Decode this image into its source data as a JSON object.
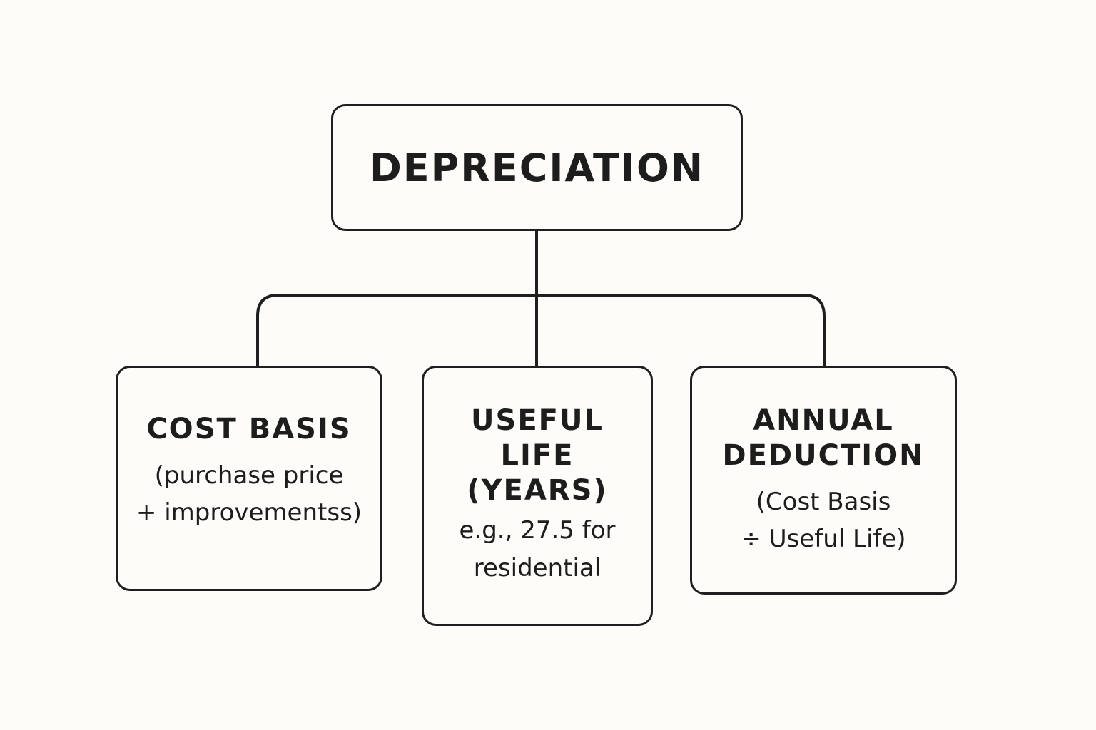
{
  "root": {
    "title": "DEPRECIATION"
  },
  "children": [
    {
      "title": "COST BASIS",
      "description": "(purchase price\n+ improvementss)"
    },
    {
      "title": "USEFUL\nLIFE\n(YEARS)",
      "description": "e.g., 27.5 for\nresidential"
    },
    {
      "title": "ANNUAL\nDEDUCTION",
      "description": "(Cost Basis\n÷ Useful Life)"
    }
  ]
}
